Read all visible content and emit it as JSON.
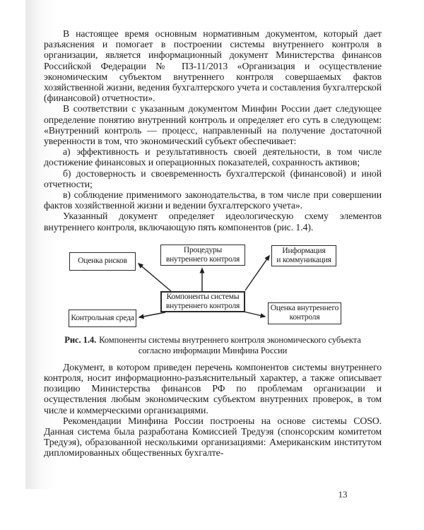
{
  "document": {
    "page_number": "13",
    "paragraphs": {
      "intro": "В настоящее время основным нормативным документом, который дает разъяснения и помогает в построении системы внутреннего контроля в организации, является информационный документ Министерства финансов Российской Федерации № ПЗ-11/2013 «Организация и осуществление экономическим субъектом внутреннего контроля совершаемых фактов хозяйственной жизни, ведения бухгалтерского учета и составления бухгалтерской (финансовой) отчетности».",
      "definition": "В соответствии с указанным документом Минфин России дает следующее определение понятию внутренний контроль и определяет его суть в следующем: «Внутренний контроль — процесс, направленный на получение достаточной уверенности в том, что экономический субъект обеспечивает:",
      "item_a": "а) эффективность и результативность своей деятельности, в том числе достижение финансовых и операционных показателей, сохранность активов;",
      "item_b": "б) достоверность и своевременность бухгалтерской (финансовой) и иной отчетности;",
      "item_v": "в) соблюдение применимого законодательства, в том числе при совершении фактов хозяйственной жизни и ведении бухгалтерского учета».",
      "figure_ref": "Указанный документ определяет идеологическую схему элементов внутреннего контроля, включающую пять компонентов (рис. 1.4).",
      "after_figure_1": "Документ, в котором приведен перечень компонентов системы внутреннего контроля, носит информационно-разъяснительный характер, а также описывает позицию Министерства финансов РФ по проблемам организации и осуществления любым экономическим субъектом внутренних проверок, в том числе и коммерческими организациями.",
      "after_figure_2": "Рекомендации Минфина России построены на основе системы COSO. Данная система была разработана Комиссией Тредуэя (спонсорским комитетом Тредуэя), образованной несколькими организациями: Американским институтом дипломированных общественных бухгалте-"
    },
    "figure": {
      "caption_label": "Рис. 1.4.",
      "caption_text": "Компоненты системы внутреннего контроля экономического субъекта согласно информации Минфина России",
      "boxes": {
        "risk_assessment": "Оценка рисков",
        "control_procedures": "Процедуры\nвнутреннего контроля",
        "information_communication": "Информация\nи коммуникация",
        "components_center": "Компоненты системы\nвнутреннего контроля",
        "control_environment": "Контрольная среда",
        "control_evaluation": "Оценка внутреннего\nконтроля"
      }
    },
    "colors": {
      "text": "#1c1c1c",
      "box_border": "#2a2a2a",
      "background": "#ffffff"
    }
  }
}
